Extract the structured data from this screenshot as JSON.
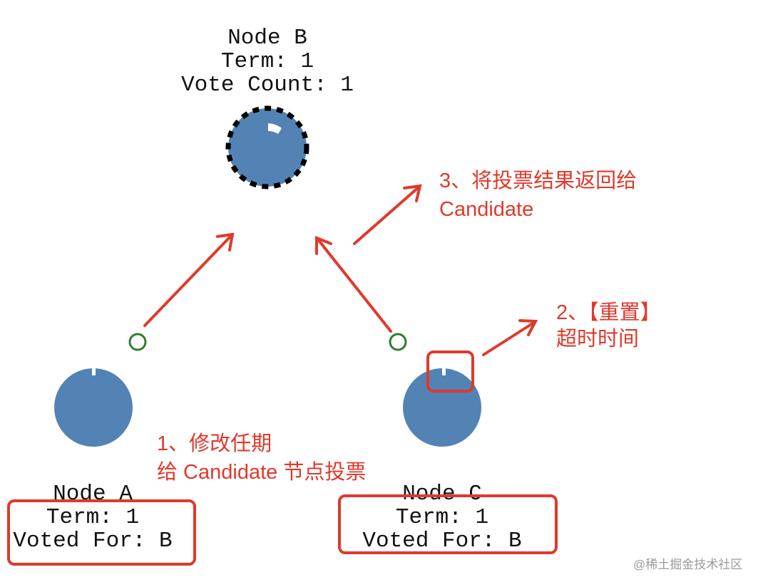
{
  "colors": {
    "node": "#5383b4",
    "annotation": "#e0392b",
    "message": "#2e7d32",
    "watermark": "#9a9a9a"
  },
  "nodes": {
    "b": {
      "lines": [
        "Node B",
        "Term: 1",
        "Vote Count: 1"
      ],
      "role": "candidate"
    },
    "a": {
      "lines": [
        "Node A",
        "Term: 1",
        "Voted For: B"
      ]
    },
    "c": {
      "lines": [
        "Node C",
        "Term: 1",
        "Voted For: B"
      ]
    }
  },
  "annotations": {
    "step1": [
      "1、修改任期",
      "给 Candidate 节点投票"
    ],
    "step2": [
      "2、【重置】",
      "超时时间"
    ],
    "step3": [
      "3、将投票结果返回给",
      "Candidate"
    ]
  },
  "watermark": "@稀土掘金技术社区"
}
